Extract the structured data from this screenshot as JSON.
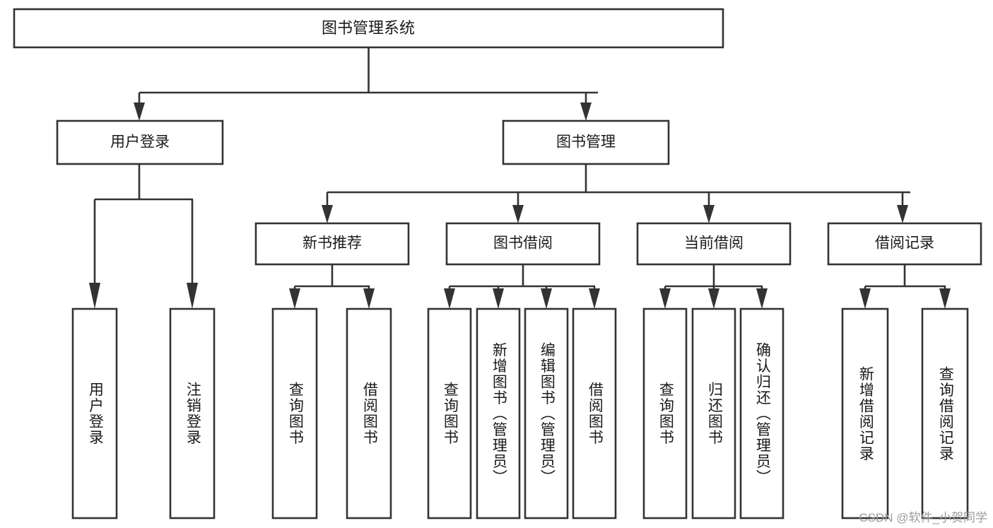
{
  "diagram": {
    "type": "tree",
    "title": "图书管理系统",
    "watermark": "CSDN @软件_小贺同学",
    "colors": {
      "stroke": "#333333",
      "fill": "#ffffff",
      "text": "#1a1a1a",
      "watermark": "#9c9c9c"
    },
    "levels": {
      "root": {
        "label": "图书管理系统"
      },
      "level2": [
        {
          "label": "用户登录"
        },
        {
          "label": "图书管理"
        }
      ],
      "level3": [
        {
          "label": "新书推荐"
        },
        {
          "label": "图书借阅"
        },
        {
          "label": "当前借阅"
        },
        {
          "label": "借阅记录"
        }
      ]
    },
    "leaves": {
      "user_login": [
        {
          "label": "用户登录"
        },
        {
          "label": "注销登录"
        }
      ],
      "new_book_recommend": [
        {
          "label": "查询图书"
        },
        {
          "label": "借阅图书"
        }
      ],
      "book_borrow": [
        {
          "label": "查询图书"
        },
        {
          "label": "新增图书（管理员）"
        },
        {
          "label": "编辑图书（管理员）"
        },
        {
          "label": "借阅图书"
        }
      ],
      "current_borrow": [
        {
          "label": "查询图书"
        },
        {
          "label": "归还图书"
        },
        {
          "label": "确认归还（管理员）"
        }
      ],
      "borrow_record": [
        {
          "label": "新增借阅记录"
        },
        {
          "label": "查询借阅记录"
        }
      ]
    }
  }
}
